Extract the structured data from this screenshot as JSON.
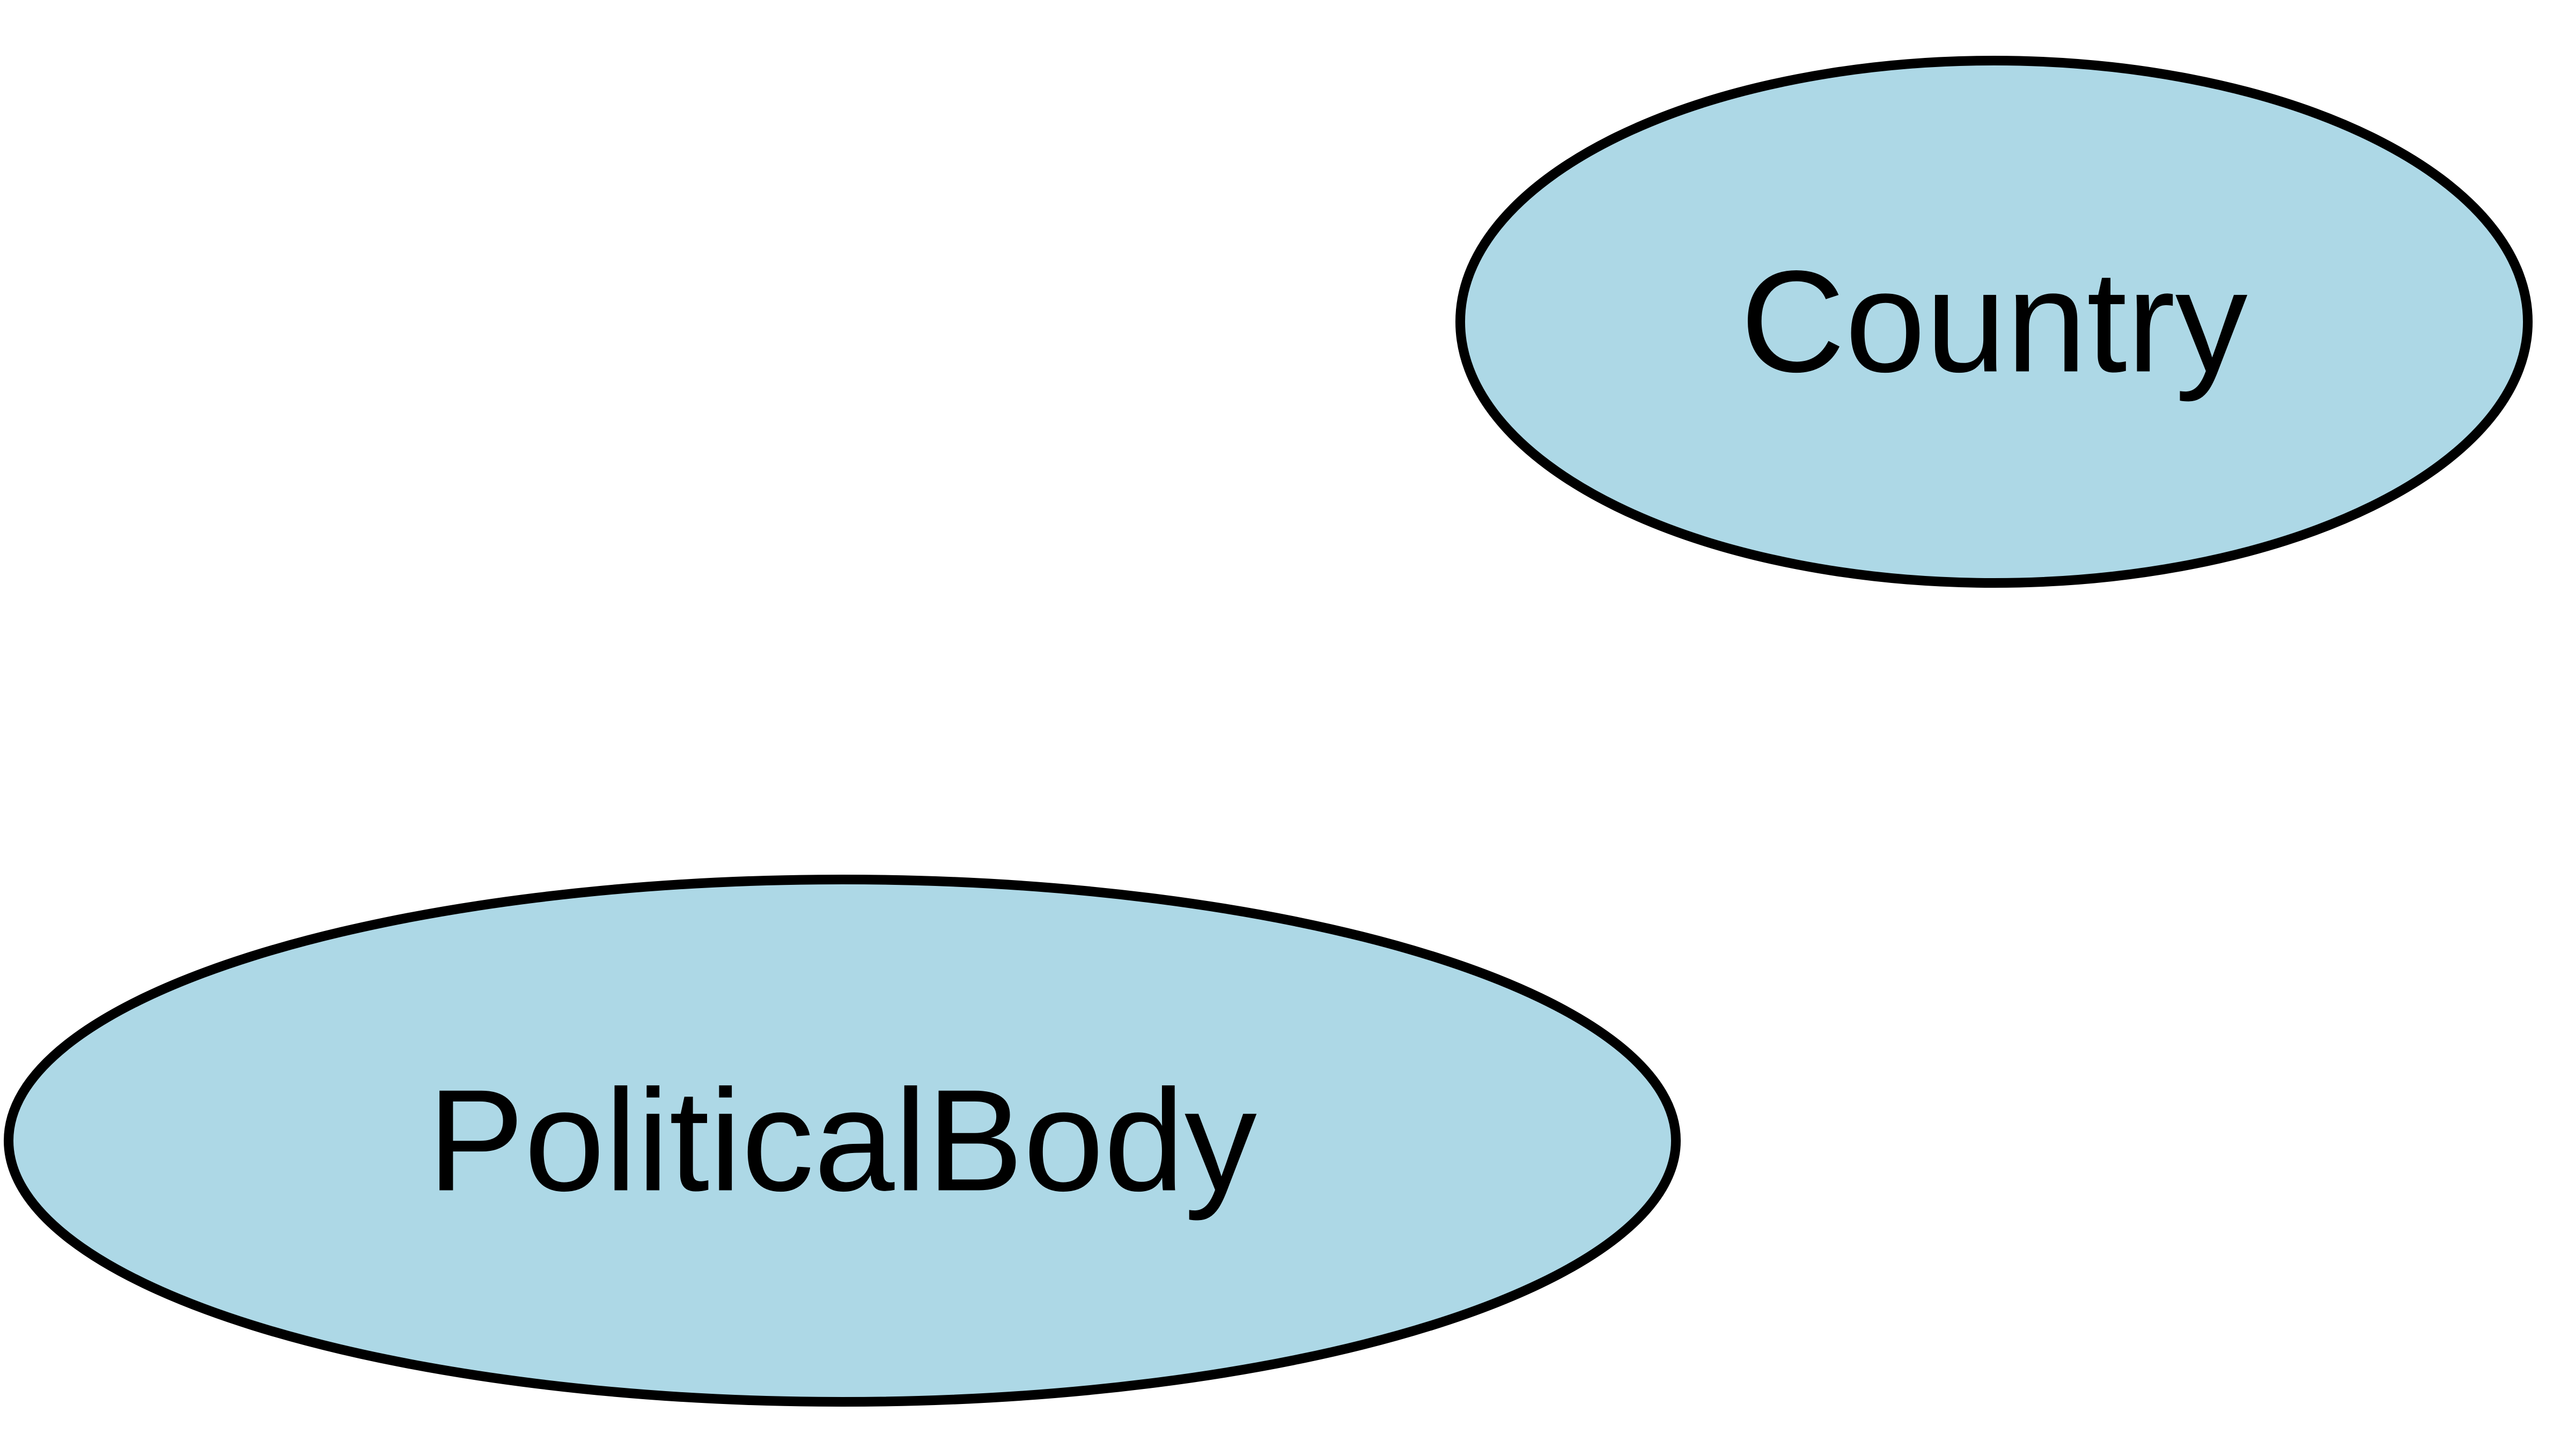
{
  "diagram": {
    "nodes": [
      {
        "id": "country",
        "label": "Country",
        "fill": "#add8e6",
        "stroke": "#000000"
      },
      {
        "id": "political-body",
        "label": "PoliticalBody",
        "fill": "#add8e6",
        "stroke": "#000000"
      }
    ],
    "edges": []
  }
}
